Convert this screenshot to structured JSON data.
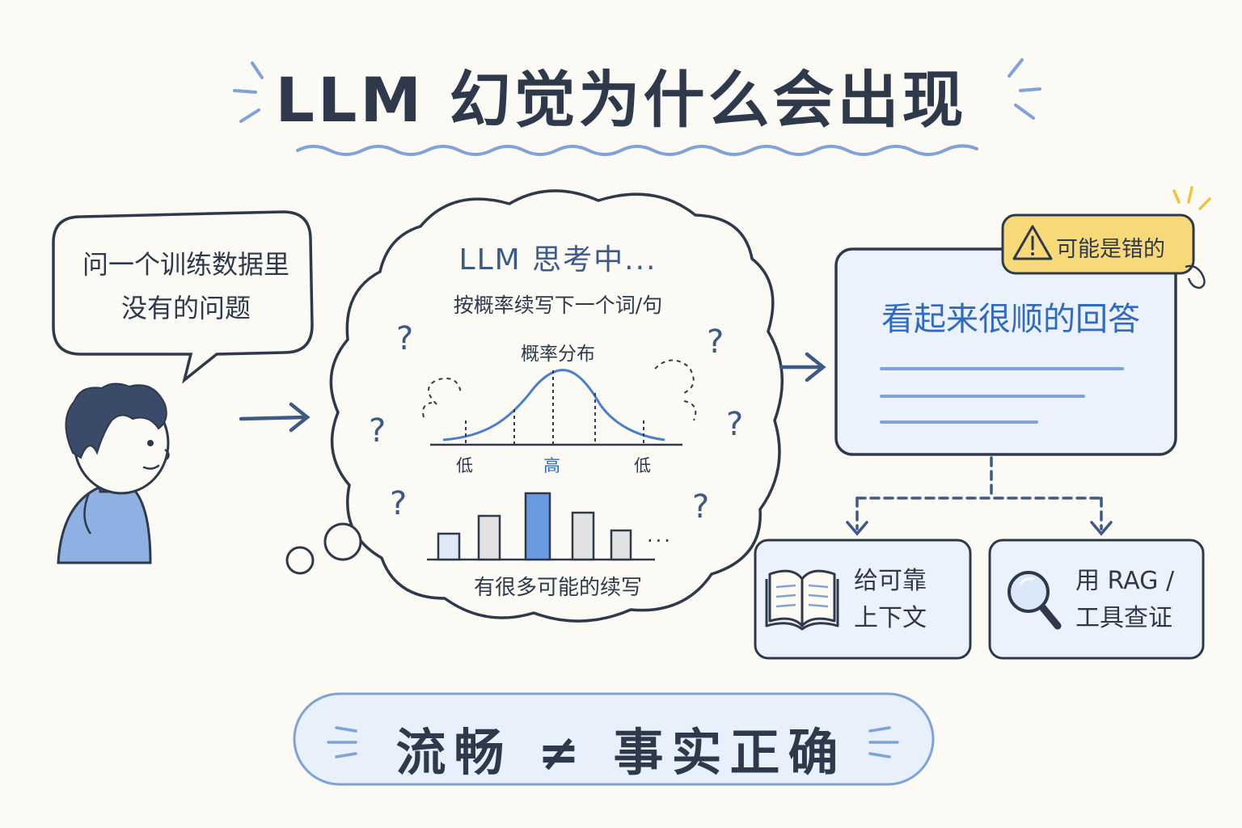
{
  "title": "LLM 幻觉为什么会出现",
  "question": {
    "line1": "问一个训练数据里",
    "line2": "没有的问题"
  },
  "thinking": {
    "title": "LLM 思考中...",
    "subtitle": "按概率续写下一个词/句",
    "distribution_label": "概率分布",
    "tick_low_left": "低",
    "tick_high": "高",
    "tick_low_right": "低",
    "bottom_label": "有很多可能的续写",
    "ellipsis": "..."
  },
  "answer": {
    "text": "看起来很顺的回答",
    "warning": "可能是错的"
  },
  "remedies": [
    {
      "line1": "给可靠",
      "line2": "上下文",
      "icon": "book-icon"
    },
    {
      "line1": "用 RAG /",
      "line2": "工具查证",
      "icon": "magnifier-icon"
    }
  ],
  "banner": "流畅 ≠ 事实正确",
  "colors": {
    "ink": "#2e3a4c",
    "accent_blue": "#4a7fd0",
    "light_blue": "#e8f0fb",
    "warning_yellow": "#f7d97a"
  }
}
